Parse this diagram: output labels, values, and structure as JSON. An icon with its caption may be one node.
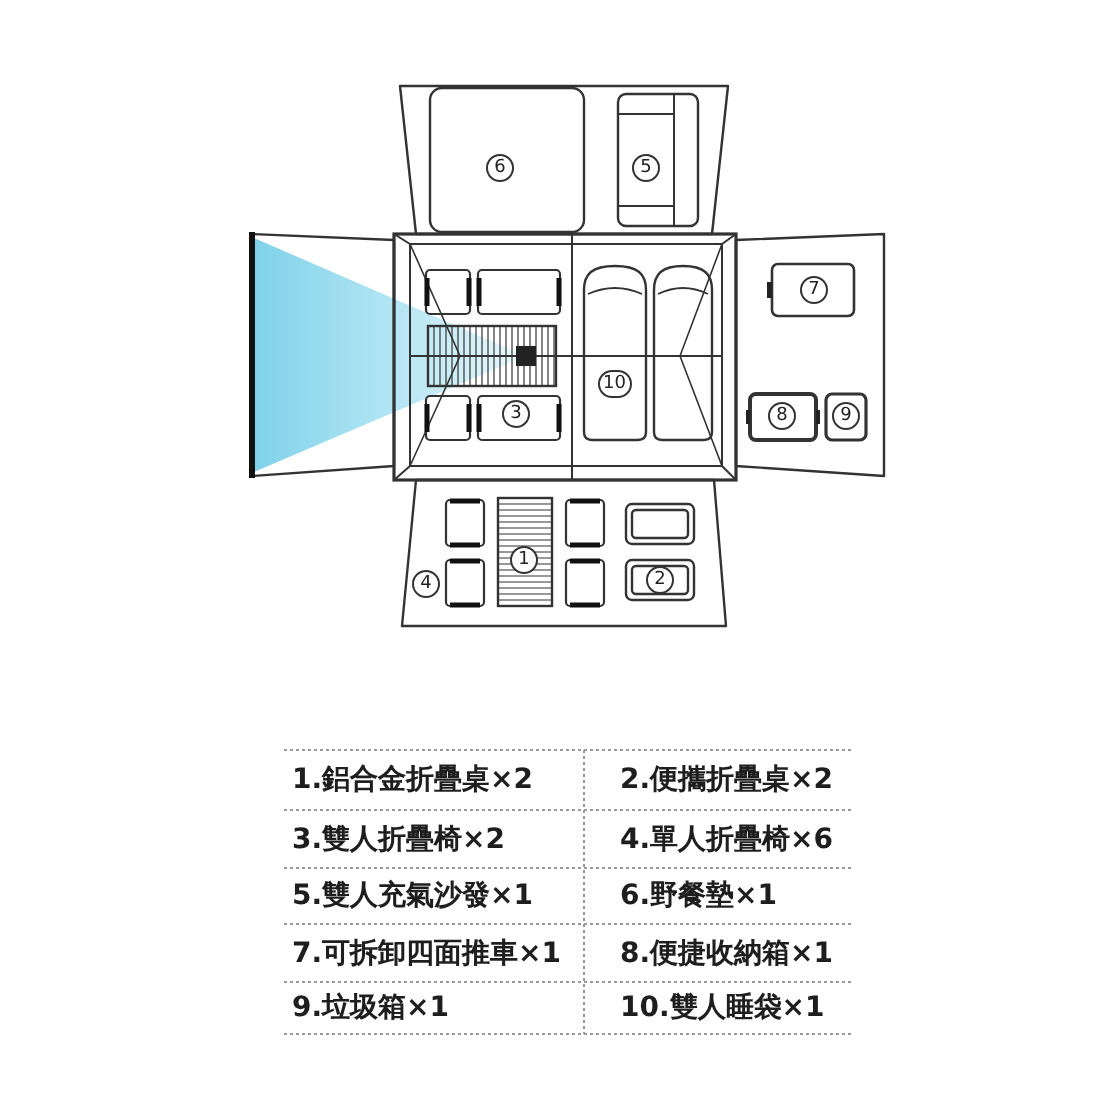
{
  "diagram": {
    "labels": [
      "6",
      "5",
      "7",
      "10",
      "3",
      "8",
      "9",
      "4",
      "1",
      "2",
      "1.鋁合金折疊桌×2",
      "2.便攜折疊桌×2",
      "3.雙人折疊椅×2",
      "4.單人折疊椅×6",
      "5.雙人充氣沙發×1",
      "6.野餐墊×1",
      "7.可拆卸四面推車×1",
      "8.便捷收納箱×1",
      "9.垃圾箱×1",
      "10.雙人睡袋×1"
    ]
  }
}
